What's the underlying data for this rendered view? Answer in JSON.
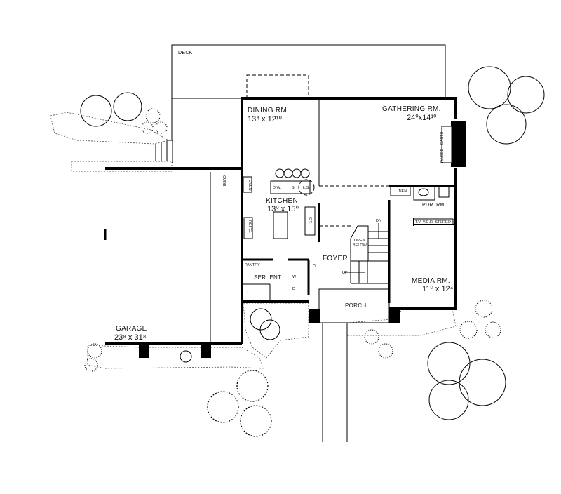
{
  "rooms": {
    "deck": {
      "label": "DECK"
    },
    "dining": {
      "label": "DINING RM.",
      "size": "13⁴ x 12¹⁰"
    },
    "gathering": {
      "label": "GATHERING RM.",
      "size": "24⁰x14¹⁰"
    },
    "hearth": {
      "label": "RAISED HEARTH"
    },
    "kitchen": {
      "label": "KITCHEN",
      "size": "13⁰ x 15⁰"
    },
    "linen": {
      "label": "LINEN"
    },
    "powder": {
      "label": "PDR. RM."
    },
    "tv": {
      "label": "T.V.-V.C.R.-STEREO"
    },
    "foyer": {
      "label": "FOYER"
    },
    "media": {
      "label": "MEDIA RM.",
      "size": "11⁰ x 12⁴"
    },
    "porch": {
      "label": "PORCH"
    },
    "pantry": {
      "label": "PANTRY"
    },
    "service": {
      "label": "SER. ENT."
    },
    "closet1": {
      "label": "CL."
    },
    "closet2": {
      "label": "CL."
    },
    "garage": {
      "label": "GARAGE",
      "size": "23⁸ x 31⁸"
    },
    "curb": {
      "label": "CURB"
    }
  },
  "fixtures": {
    "oven": "OVEN",
    "refrigerator": "REF'G.",
    "dishwasher": "D.W.",
    "sink": "S.",
    "lazy_susan": "L.S.",
    "cooktop": "C.T.",
    "washer": "W",
    "dryer": "D",
    "open_below": "OPEN",
    "open_below2": "BELOW",
    "stair_down": "DN",
    "stair_up": "UP"
  }
}
